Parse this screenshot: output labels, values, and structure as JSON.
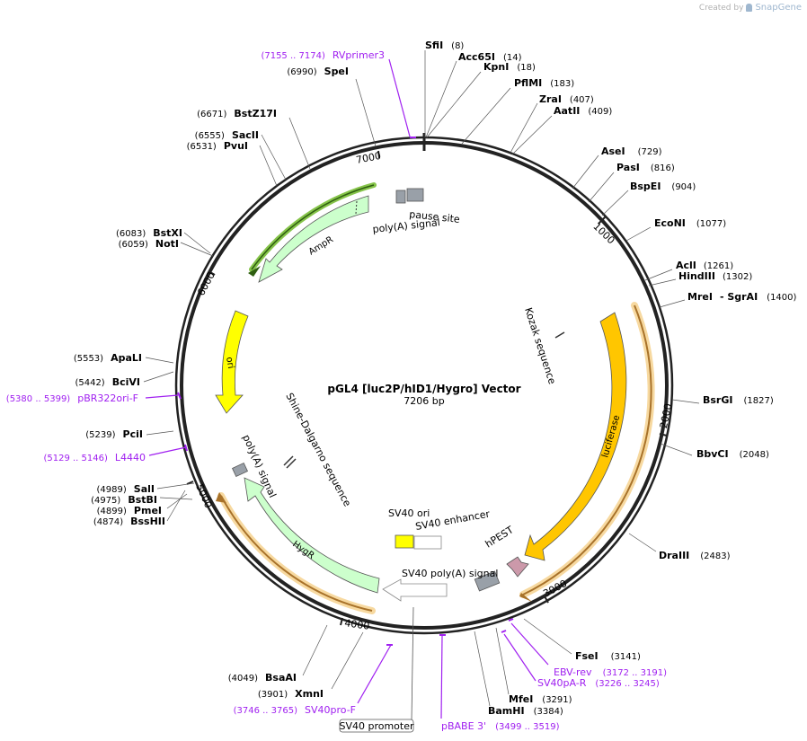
{
  "credit": {
    "created_by": "Created by",
    "brand": "SnapGene"
  },
  "plasmid": {
    "name": "pGL4 [luc2P/hID1/Hygro] Vector",
    "length": "7206 bp",
    "total_bp": 7206
  },
  "ticks": [
    "1000",
    "2000",
    "3000",
    "4000",
    "5000",
    "6000",
    "7000"
  ],
  "enzymes": [
    {
      "name": "SfiI",
      "pos": "(8)"
    },
    {
      "name": "Acc65I",
      "pos": "(14)"
    },
    {
      "name": "KpnI",
      "pos": "(18)"
    },
    {
      "name": "PflMI",
      "pos": "(183)"
    },
    {
      "name": "ZraI",
      "pos": "(407)"
    },
    {
      "name": "AatII",
      "pos": "(409)"
    },
    {
      "name": "AseI",
      "pos": "(729)"
    },
    {
      "name": "PasI",
      "pos": "(816)"
    },
    {
      "name": "BspEI",
      "pos": "(904)"
    },
    {
      "name": "EcoNI",
      "pos": "(1077)"
    },
    {
      "name": "AclI",
      "pos": "(1261)"
    },
    {
      "name": "HindIII",
      "pos": "(1302)"
    },
    {
      "name": "MreI",
      "pos": "(1400)",
      "extra": "- SgrAI"
    },
    {
      "name": "BsrGI",
      "pos": "(1827)"
    },
    {
      "name": "BbvCI",
      "pos": "(2048)"
    },
    {
      "name": "DraIII",
      "pos": "(2483)"
    },
    {
      "name": "FseI",
      "pos": "(3141)"
    },
    {
      "name": "MfeI",
      "pos": "(3291)"
    },
    {
      "name": "BamHI",
      "pos": "(3384)"
    },
    {
      "name": "XmnI",
      "pos": "(3901)"
    },
    {
      "name": "BsaAI",
      "pos": "(4049)"
    },
    {
      "name": "BssHII",
      "pos": "(4874)"
    },
    {
      "name": "PmeI",
      "pos": "(4899)"
    },
    {
      "name": "BstBI",
      "pos": "(4975)"
    },
    {
      "name": "SalI",
      "pos": "(4989)"
    },
    {
      "name": "PciI",
      "pos": "(5239)"
    },
    {
      "name": "BciVI",
      "pos": "(5442)"
    },
    {
      "name": "ApaLI",
      "pos": "(5553)"
    },
    {
      "name": "NotI",
      "pos": "(6059)"
    },
    {
      "name": "BstXI",
      "pos": "(6083)"
    },
    {
      "name": "PvuI",
      "pos": "(6531)"
    },
    {
      "name": "SacII",
      "pos": "(6555)"
    },
    {
      "name": "BstZ17I",
      "pos": "(6671)"
    },
    {
      "name": "SpeI",
      "pos": "(6990)"
    }
  ],
  "primers": [
    {
      "name": "RVprimer3",
      "range": "(7155 .. 7174)"
    },
    {
      "name": "pBR322ori-F",
      "range": "(5380 .. 5399)"
    },
    {
      "name": "L4440",
      "range": "(5129 .. 5146)"
    },
    {
      "name": "EBV-rev",
      "range": "(3172 .. 3191)"
    },
    {
      "name": "SV40pA-R",
      "range": "(3226 .. 3245)"
    },
    {
      "name": "pBABE 3'",
      "range": "(3499 .. 3519)"
    },
    {
      "name": "SV40pro-F",
      "range": "(3746 .. 3765)"
    }
  ],
  "features": {
    "luciferase": "luciferase",
    "hpest": "hPEST",
    "sv40_polya": "SV40 poly(A) signal",
    "sv40_ori": "SV40 ori",
    "sv40_enhancer": "SV40 enhancer",
    "sv40_promoter": "SV40 promoter",
    "hygr": "HygR",
    "polya_hygr": "poly(A) signal",
    "ori": "ori",
    "ampr": "AmpR",
    "polya_top": "poly(A) signal",
    "pause_site": "pause site",
    "kozak": "Kozak sequence",
    "shine": "Shine-Dalgarno sequence"
  },
  "colors": {
    "backbone": "#222222",
    "luciferase": "#ffc600",
    "orf_glow": "#f7d9a0",
    "hpest": "#cc99aa",
    "resistance": "#ccffcc",
    "ampr_glow": "#86c44a",
    "ori": "#ffff00",
    "gray_box": "#99a0a8",
    "primer": "#a020f0"
  }
}
